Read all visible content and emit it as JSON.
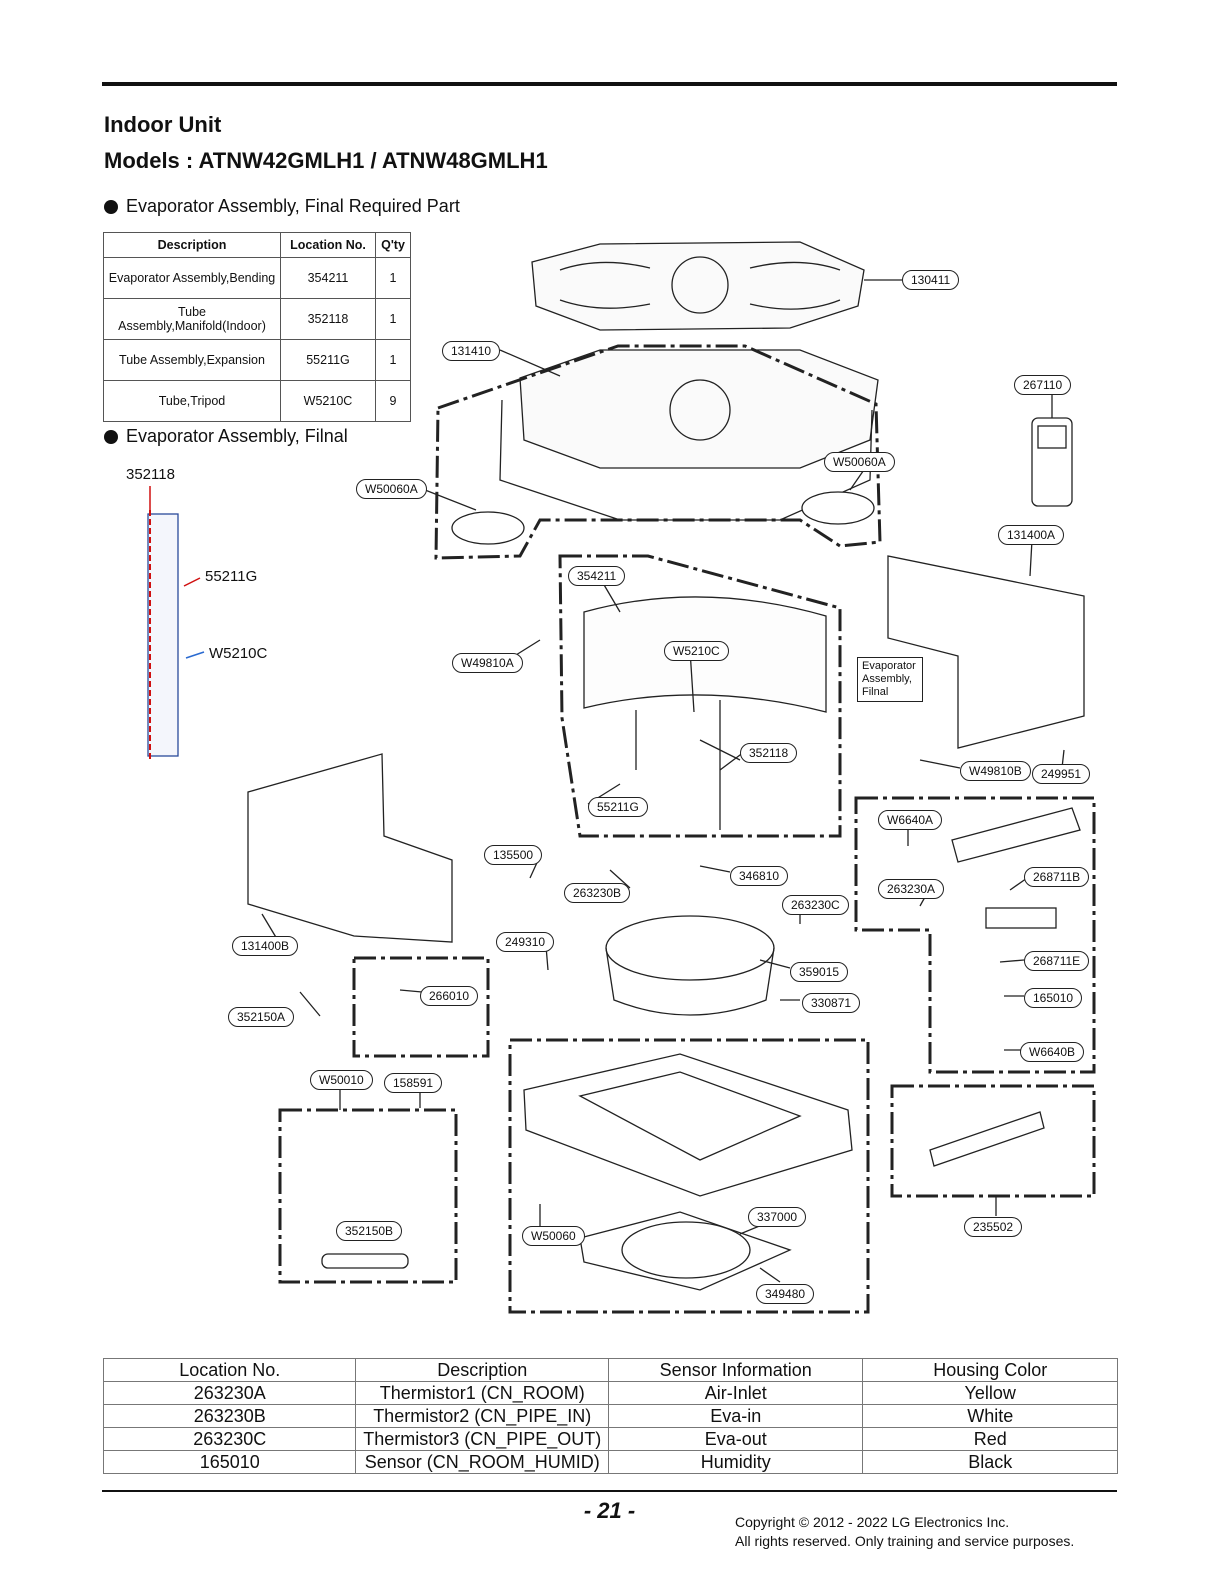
{
  "header": {
    "title": "Indoor Unit",
    "models": "Models : ATNW42GMLH1 / ATNW48GMLH1"
  },
  "section1": {
    "label": "Evaporator Assembly, Final Required Part"
  },
  "section2": {
    "label": "Evaporator Assembly, Filnal"
  },
  "required_parts": {
    "headers": [
      "Description",
      "Location No.",
      "Q'ty"
    ],
    "rows": [
      [
        "Evaporator Assembly,Bending",
        "354211",
        "1"
      ],
      [
        "Tube Assembly,Manifold(Indoor)",
        "352118",
        "1"
      ],
      [
        "Tube Assembly,Expansion",
        "55211G",
        "1"
      ],
      [
        "Tube,Tripod",
        "W5210C",
        "9"
      ]
    ]
  },
  "side_labels": {
    "manifold": "352118",
    "expansion": "55211G",
    "tripod": "W5210C"
  },
  "callouts": {
    "c130411": "130411",
    "c131410": "131410",
    "c267110": "267110",
    "c131400A": "131400A",
    "c131400B": "131400B",
    "c354211": "354211",
    "c352118": "352118",
    "c55211G": "55211G",
    "c135500": "135500",
    "c263230B": "263230B",
    "c346810": "346810",
    "c263230C": "263230C",
    "c263230A": "263230A",
    "c249310": "249310",
    "c359015": "359015",
    "c330871": "330871",
    "c266010": "266010",
    "c352150A": "352150A",
    "c352150B": "352150B",
    "c158591": "158591",
    "c337000": "337000",
    "c349480": "349480",
    "c235502": "235502",
    "c249951": "249951",
    "c268711B": "268711B",
    "c268711E": "268711E",
    "c165010": "165010",
    "c_W50060A_left": "W50060A",
    "c_W50060A_right": "W50060A",
    "c_W49810A": "W49810A",
    "c_W49810B": "W49810B",
    "c_W5210C": "W5210C",
    "c_W6640A": "W6640A",
    "c_W6640B": "W6640B",
    "c_W50010": "W50010",
    "c_W50060": "W50060",
    "evap_box_label": "Evaporator Assembly, Filnal"
  },
  "sensor_table": {
    "headers": [
      "Location No.",
      "Description",
      "Sensor Information",
      "Housing Color"
    ],
    "rows": [
      [
        "263230A",
        "Thermistor1 (CN_ROOM)",
        "Air-Inlet",
        "Yellow"
      ],
      [
        "263230B",
        "Thermistor2 (CN_PIPE_IN)",
        "Eva-in",
        "White"
      ],
      [
        "263230C",
        "Thermistor3 (CN_PIPE_OUT)",
        "Eva-out",
        "Red"
      ],
      [
        "165010",
        "Sensor (CN_ROOM_HUMID)",
        "Humidity",
        "Black"
      ]
    ]
  },
  "footer": {
    "page": "- 21 -",
    "copyright": "Copyright © 2012 - 2022 LG Electronics Inc.",
    "rights": "All rights reserved. Only training and service purposes."
  }
}
